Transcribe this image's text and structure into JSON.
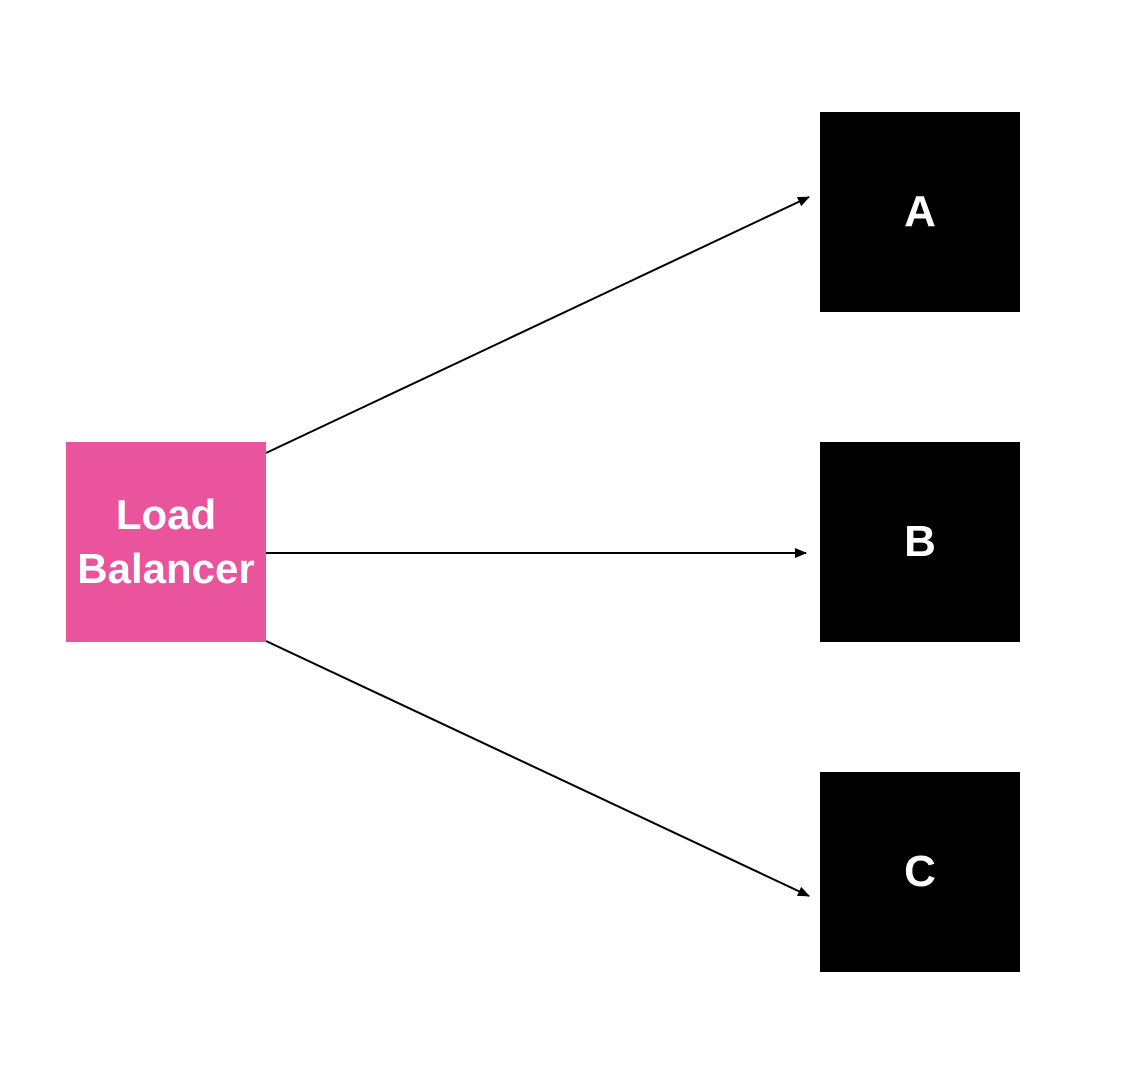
{
  "load_balancer": {
    "label_line1": "Load",
    "label_line2": "Balancer",
    "color": "#E9549C"
  },
  "servers": [
    {
      "label": "A",
      "color": "#000000"
    },
    {
      "label": "B",
      "color": "#000000"
    },
    {
      "label": "C",
      "color": "#000000"
    }
  ],
  "edges": [
    {
      "from": "Load Balancer",
      "to": "A"
    },
    {
      "from": "Load Balancer",
      "to": "B"
    },
    {
      "from": "Load Balancer",
      "to": "C"
    }
  ],
  "arrow_color": "#000000"
}
